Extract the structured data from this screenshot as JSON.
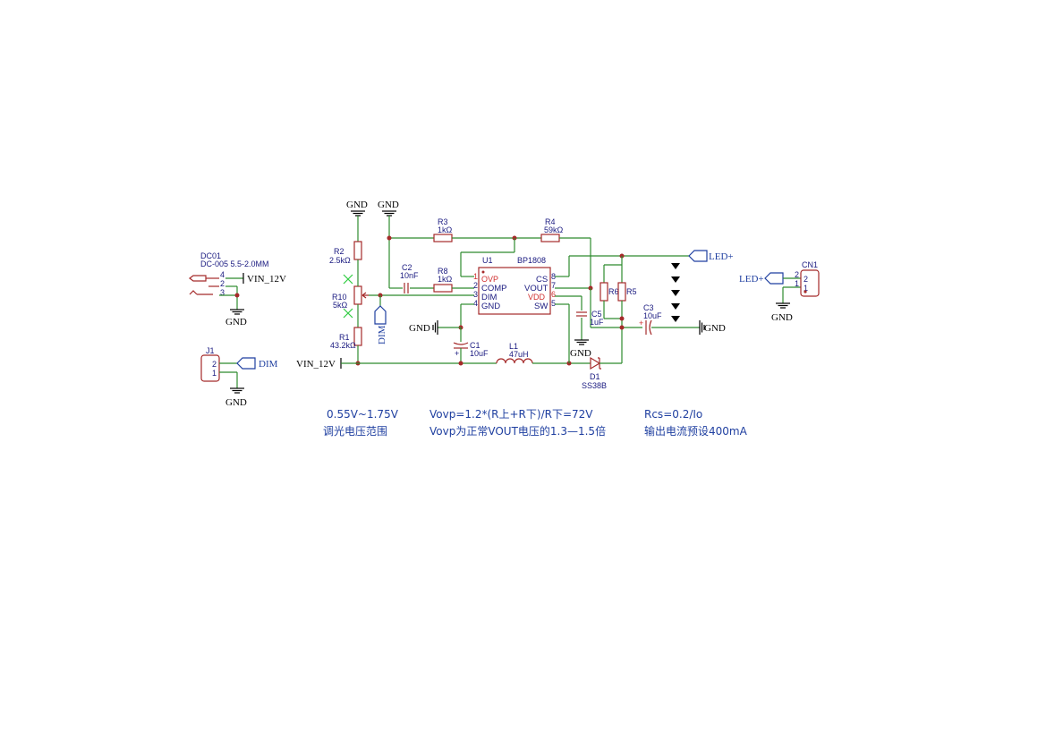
{
  "power": {
    "gnd": "GND",
    "vin": "VIN_12V"
  },
  "nets": {
    "dim": "DIM",
    "led_plus": "LED+"
  },
  "components": {
    "dc01": {
      "ref": "DC01",
      "value": "DC-005 5.5-2.0MM",
      "pins": [
        "4",
        "2",
        "3"
      ]
    },
    "j1": {
      "ref": "J1",
      "pins": [
        "2",
        "1"
      ]
    },
    "cn1": {
      "ref": "CN1",
      "pins": [
        "2",
        "1"
      ]
    },
    "r1": {
      "ref": "R1",
      "value": "43.2kΩ"
    },
    "r2": {
      "ref": "R2",
      "value": "2.5kΩ"
    },
    "r3": {
      "ref": "R3",
      "value": "1kΩ"
    },
    "r4": {
      "ref": "R4",
      "value": "59kΩ"
    },
    "r5": {
      "ref": "R5"
    },
    "r6": {
      "ref": "R6"
    },
    "r8": {
      "ref": "R8",
      "value": "1kΩ"
    },
    "r10": {
      "ref": "R10",
      "value": "5kΩ"
    },
    "c1": {
      "ref": "C1",
      "value": "10uF"
    },
    "c2": {
      "ref": "C2",
      "value": "10nF"
    },
    "c3": {
      "ref": "C3",
      "value": "10uF"
    },
    "c5": {
      "ref": "C5",
      "value": "1uF"
    },
    "l1": {
      "ref": "L1",
      "value": "47uH"
    },
    "d1": {
      "ref": "D1",
      "value": "SS38B"
    },
    "u1": {
      "ref": "U1",
      "value": "BP1808",
      "left_pins": [
        {
          "num": "1",
          "name": "OVP"
        },
        {
          "num": "2",
          "name": "COMP"
        },
        {
          "num": "3",
          "name": "DIM"
        },
        {
          "num": "4",
          "name": "GND"
        }
      ],
      "right_pins": [
        {
          "num": "8",
          "name": "CS"
        },
        {
          "num": "7",
          "name": "VOUT"
        },
        {
          "num": "6",
          "name": "VDD"
        },
        {
          "num": "5",
          "name": "SW"
        }
      ]
    }
  },
  "notes": {
    "dim_range": "0.55V~1.75V",
    "dim_range_label": "调光电压范围",
    "ovp_formula": "Vovp=1.2*(R上+R下)/R下=72V",
    "ovp_note": "Vovp为正常VOUT电压的1.3—1.5倍",
    "rcs_formula": "Rcs=0.2/Io",
    "rcs_note": "输出电流预设400mA"
  }
}
